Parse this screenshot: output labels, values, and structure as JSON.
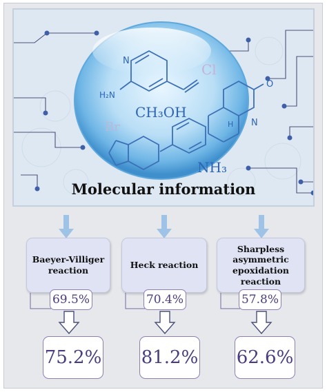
{
  "diagram": {
    "title": "Molecular information",
    "molecule_labels": {
      "ring_n": "N",
      "amine": "H₂N",
      "methanol": "CH₃OH",
      "bromo": "Br",
      "chloro": "Cl",
      "ammonia": "NH₃",
      "ketone_o": "O",
      "lactam_n": "N",
      "ring_h": "H"
    },
    "reactions": [
      {
        "label_line1": "Baeyer-Villiger",
        "label_line2": "reaction",
        "before": "69.5%",
        "after": "75.2%"
      },
      {
        "label_line1": "Heck reaction",
        "label_line2": "",
        "before": "70.4%",
        "after": "81.2%"
      },
      {
        "label_line1": "Sharpless asymmetric",
        "label_line2": "epoxidation reaction",
        "before": "57.8%",
        "after": "62.6%"
      }
    ],
    "colors": {
      "card_fill": "#dfe3f3",
      "arrow": "#9fc3e6",
      "percent_text": "#4a3c7f",
      "panel_bg": "#dde8f2",
      "circuit_node": "#3f5fa8"
    }
  }
}
